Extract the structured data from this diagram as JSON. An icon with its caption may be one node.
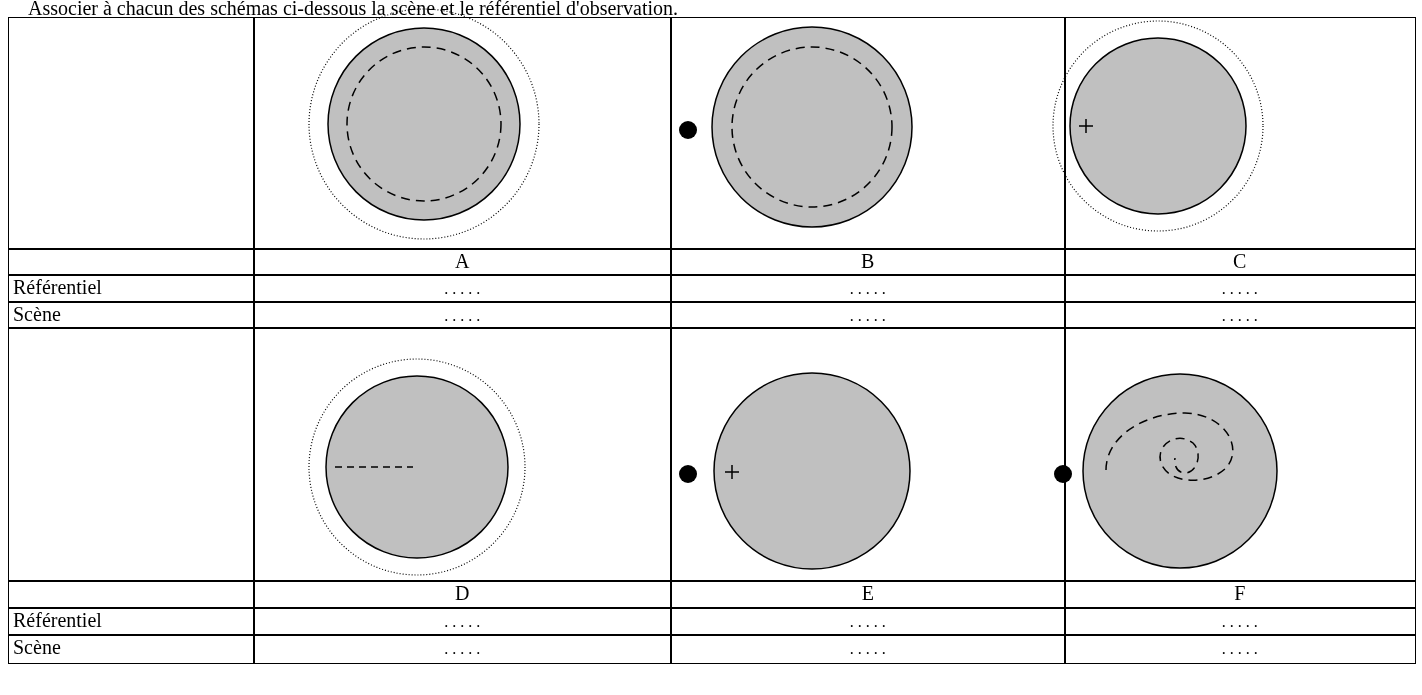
{
  "diagram": {
    "title": "Associer à chacun des schémas ci-dessous la scène et le référentiel d'observation.",
    "labels": [
      "A",
      "B",
      "C",
      "Référentiel",
      ". . . . .",
      ". . . . .",
      ". . . . .",
      "Scène",
      ". . . . .",
      ". . . . .",
      ". . . . .",
      "D",
      "E",
      "F",
      "Référentiel",
      ". . . . .",
      ". . . . .",
      ". . . . .",
      "Scène",
      ". . . . .",
      ". . . . .",
      ". . . . ."
    ]
  }
}
